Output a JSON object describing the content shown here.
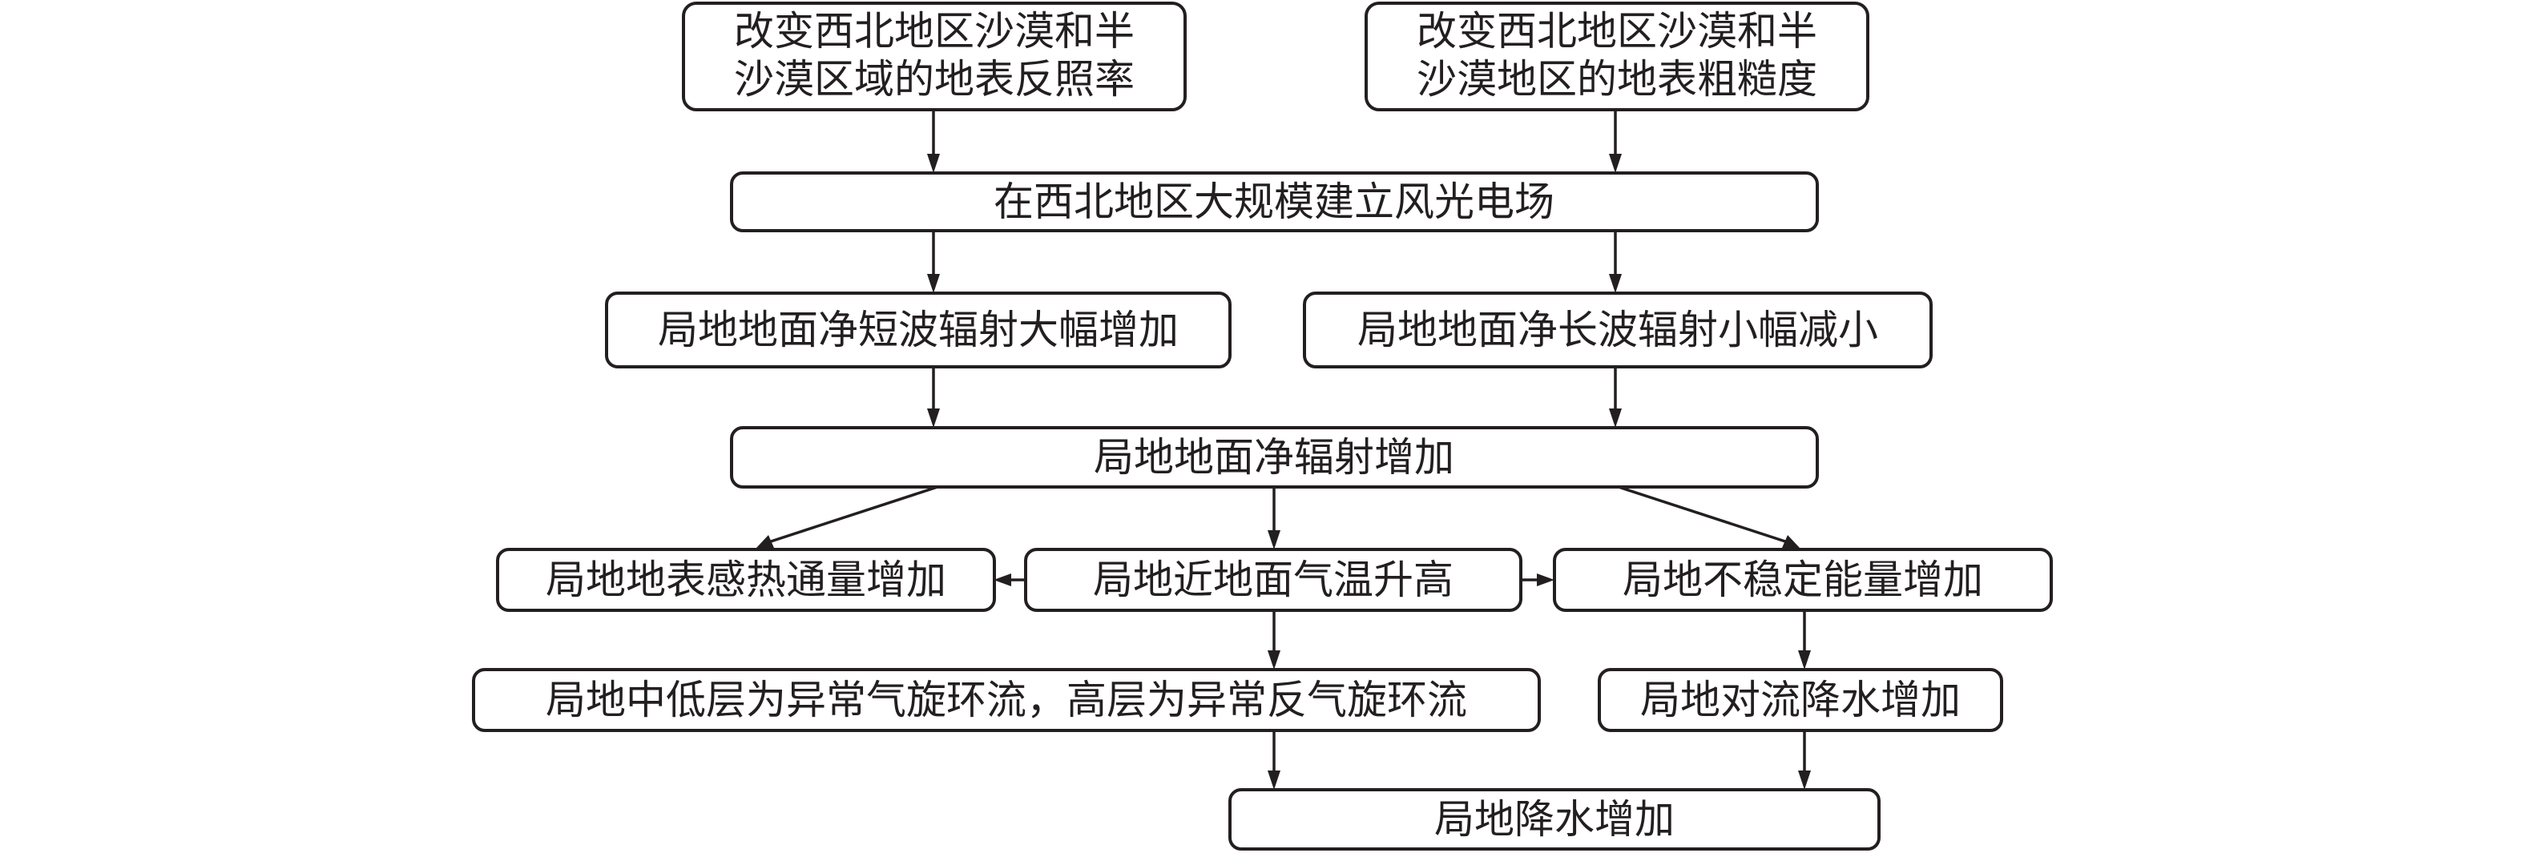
{
  "nodes": {
    "albedo": [
      "改变西北地区沙漠和半",
      "沙漠区域的地表反照率"
    ],
    "roughness": [
      "改变西北地区沙漠和半",
      "沙漠地区的地表粗糙度"
    ],
    "wind_solar": "在西北地区大规模建立风光电场",
    "shortwave": "局地地面净短波辐射大幅增加",
    "longwave": "局地地面净长波辐射小幅减小",
    "net_radiation": "局地地面净辐射增加",
    "sensible_heat": "局地地表感热通量增加",
    "air_temp": "局地近地面气温升高",
    "instability": "局地不稳定能量增加",
    "circulation": "局地中低层为异常气旋环流，高层为异常反气旋环流",
    "convective_precip": "局地对流降水增加",
    "precip": "局地降水增加"
  }
}
